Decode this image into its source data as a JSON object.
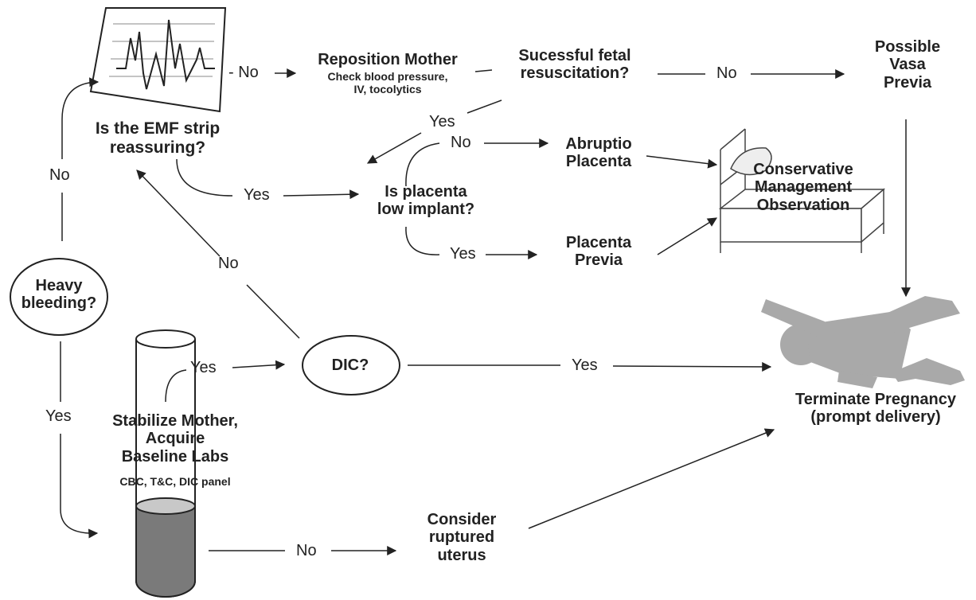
{
  "nodes": {
    "emf_question": [
      "Is the EMF strip",
      "reassuring?"
    ],
    "reposition_title": "Reposition Mother",
    "reposition_sub": [
      "Check blood pressure,",
      "IV,  tocolytics"
    ],
    "fetal_resuscitation": [
      "Sucessful fetal",
      "resuscitation?"
    ],
    "vasa_previa": [
      "Possible",
      "Vasa",
      "Previa"
    ],
    "placenta_low": [
      "Is placenta",
      "low implant?"
    ],
    "abruptio": [
      "Abruptio",
      "Placenta"
    ],
    "placenta_previa": [
      "Placenta",
      "Previa"
    ],
    "conservative": [
      "Conservative",
      "Management",
      "Observation"
    ],
    "heavy_bleeding": [
      "Heavy",
      "bleeding?"
    ],
    "dic": "DIC?",
    "terminate": [
      "Terminate Pregnancy",
      "(prompt delivery)"
    ],
    "stabilize": [
      "Stabilize Mother,",
      "Acquire",
      "Baseline Labs"
    ],
    "labs": "CBC, T&C, DIC panel",
    "ruptured": [
      "Consider",
      "ruptured",
      "uterus"
    ]
  },
  "edge_labels": {
    "emf_no": "- No",
    "resus_no": "No",
    "resus_yes": "Yes",
    "placenta_no": "No",
    "emf_yes": "Yes",
    "placenta_yes": "Yes",
    "bleeding_no": "No",
    "dic_no": "No",
    "bleeding_yes": "Yes",
    "labs_yes": "Yes",
    "dic_yes": "Yes",
    "labs_no": "No"
  },
  "colors": {
    "line": "#222222",
    "text": "#222222",
    "figure": "#a9a9a9",
    "tube_fill": "#7a7a7a",
    "tube_cap": "#c8c8c8"
  },
  "icons": [
    "ekg-strip-icon",
    "hospital-bed-icon",
    "baby-figure-icon",
    "test-tube-icon"
  ]
}
